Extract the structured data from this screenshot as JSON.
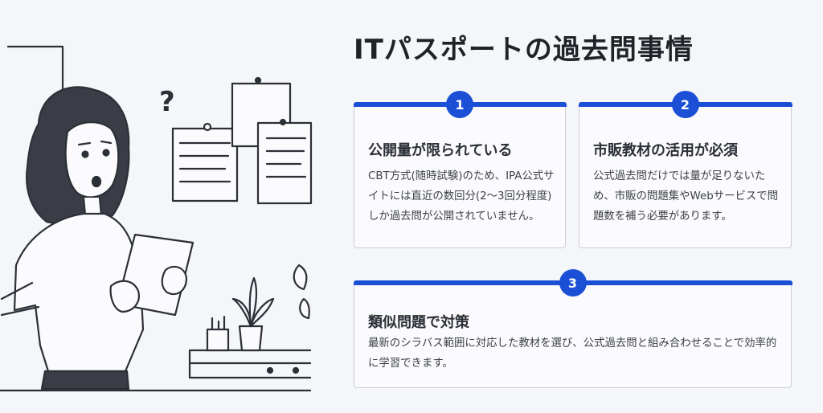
{
  "header": {
    "title": "ITパスポートの過去問事情"
  },
  "cards": [
    {
      "number": "1",
      "title": "公開量が限られている",
      "body": "CBT方式(随時試験)のため、IPA公式サイトには直近の数回分(2〜3回分程度)しか過去問が公開されていません。"
    },
    {
      "number": "2",
      "title": "市販教材の活用が必須",
      "body": "公式過去問だけでは量が足りないため、市販の問題集やWebサービスで問題数を補う必要があります。"
    },
    {
      "number": "3",
      "title": "類似問題で対策",
      "body": "最新のシラバス範囲に対応した教材を選び、公式過去問と組み合わせることで効率的に学習できます。"
    }
  ],
  "illustration": {
    "question_mark": "?"
  },
  "colors": {
    "accent": "#1a4fd6",
    "background": "#f5f6fa",
    "card_border": "#c9ced8",
    "text": "#2b2f36"
  }
}
